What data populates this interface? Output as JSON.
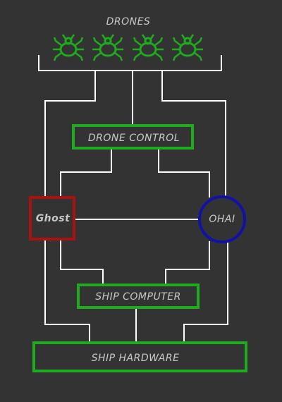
{
  "title": "DRONES",
  "nodes": {
    "drone_control": "DRONE CONTROL",
    "ghost": "Ghost",
    "ohai": "OHAI",
    "ship_computer": "SHIP COMPUTER",
    "ship_hardware": "SHIP HARDWARE"
  },
  "drone_icon": "spider-icon",
  "drone_count": 4,
  "colors": {
    "background": "#333333",
    "line": "#ffffff",
    "green": "#1faa1f",
    "red": "#aa1111",
    "blue": "#1111aa",
    "text": "#c8c8c8"
  }
}
